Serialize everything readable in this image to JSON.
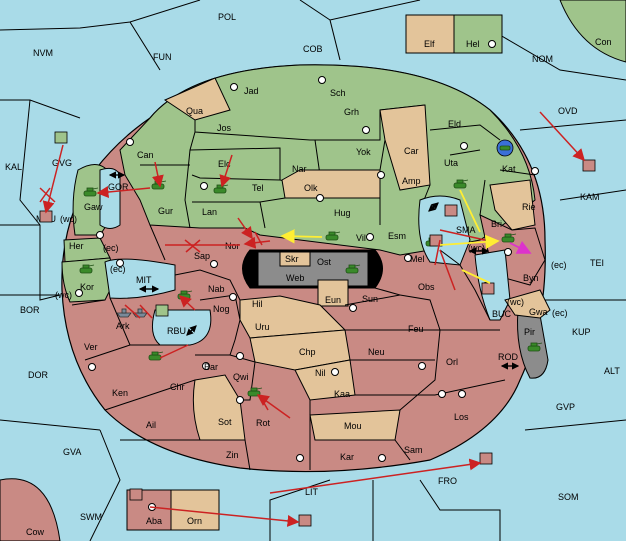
{
  "map": {
    "colors": {
      "water": "#a9dbe8",
      "green": "#9fc48b",
      "tan": "#e3c49a",
      "red": "#c98a84",
      "gray": "#8c8c8c",
      "black": "#000000",
      "order_red": "#cc2222",
      "order_yellow": "#ffee33",
      "order_magenta": "#dd33cc"
    },
    "sea_labels": {
      "pol": "POL",
      "nvm": "NVM",
      "fun": "FUN",
      "cob": "COB",
      "nom": "NOM",
      "ovd": "OVD",
      "kal": "KAL",
      "kam": "KAM",
      "mvu": "MVU",
      "bor": "BOR",
      "tei": "TEI",
      "kup": "KUP",
      "alt": "ALT",
      "dor": "DOR",
      "gvp": "GVP",
      "gva": "GVA",
      "fro": "FRO",
      "lit": "LIT",
      "som": "SOM",
      "swm": "SWM",
      "gor": "GOR",
      "mit": "MIT",
      "rbu": "RBU",
      "sma": "SMA",
      "buc": "BUC",
      "rod": "ROD",
      "gvg": "GVG"
    },
    "land_labels": {
      "elf": "Elf",
      "hel": "Hel",
      "con": "Con",
      "cow": "Cow",
      "aba": "Aba",
      "orn": "Orn",
      "jad": "Jad",
      "sch": "Sch",
      "qua": "Qua",
      "jos": "Jos",
      "grh": "Grh",
      "eld": "Eld",
      "can": "Can",
      "yok": "Yok",
      "car": "Car",
      "uta": "Uta",
      "kat": "Kat",
      "nar": "Nar",
      "elc": "Elc",
      "tel": "Tel",
      "olk": "Olk",
      "amp": "Amp",
      "gaw": "Gaw",
      "gur": "Gur",
      "lan": "Lan",
      "hug": "Hug",
      "rie": "Rie",
      "esm": "Esm",
      "vil": "Vil",
      "bri": "Bri",
      "her": "Her",
      "sap": "Sap",
      "nor": "Nor",
      "skr": "Skr",
      "ost": "Ost",
      "mel": "Mel",
      "byn": "Byn",
      "web": "Web",
      "kor": "Kor",
      "nab": "Nab",
      "sun": "Sun",
      "obs": "Obs",
      "eun": "Eun",
      "hil": "Hil",
      "gwa": "Gwa",
      "ark": "Ark",
      "nog": "Nog",
      "uru": "Uru",
      "feu": "Feu",
      "pir": "Pir",
      "ver": "Ver",
      "chp": "Chp",
      "neu": "Neu",
      "orl": "Orl",
      "bar": "Bar",
      "nil": "Nil",
      "ken": "Ken",
      "chr": "Chr",
      "qwi": "Qwi",
      "kaa": "Kaa",
      "los": "Los",
      "sot": "Sot",
      "ail": "Ail",
      "rot": "Rot",
      "mou": "Mou",
      "zin": "Zin",
      "kar": "Kar",
      "sam": "Sam"
    },
    "coast_tags": {
      "wc1": "(wc)",
      "wc2": "(wc)",
      "wc3": "(wc)",
      "wc4": "(wc)",
      "ec1": "(ec)",
      "ec2": "(ec)",
      "ec3": "(ec)",
      "ec4": "(ec)"
    }
  }
}
